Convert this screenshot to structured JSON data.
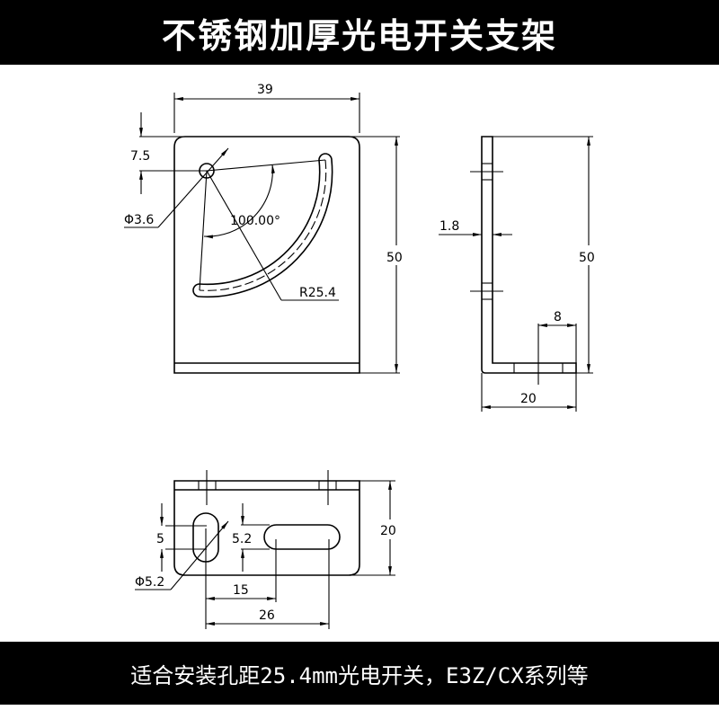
{
  "title": "不锈钢加厚光电开关支架",
  "footer": "适合安装孔距25.4mm光电开关，E3Z/CX系列等",
  "front_view": {
    "width": "39",
    "height": "50",
    "hole_offset": "7.5",
    "hole_diameter": "Φ3.6",
    "angle": "100.00°",
    "radius": "R25.4"
  },
  "side_view": {
    "thickness": "1.8",
    "height": "50",
    "hole_offset": "8",
    "depth": "20"
  },
  "bottom_view": {
    "slot_width_vertical": "5",
    "slot_width_horizontal": "5.2",
    "hole_diameter": "Φ5.2",
    "spacing_1": "15",
    "spacing_2": "26",
    "depth": "20"
  }
}
